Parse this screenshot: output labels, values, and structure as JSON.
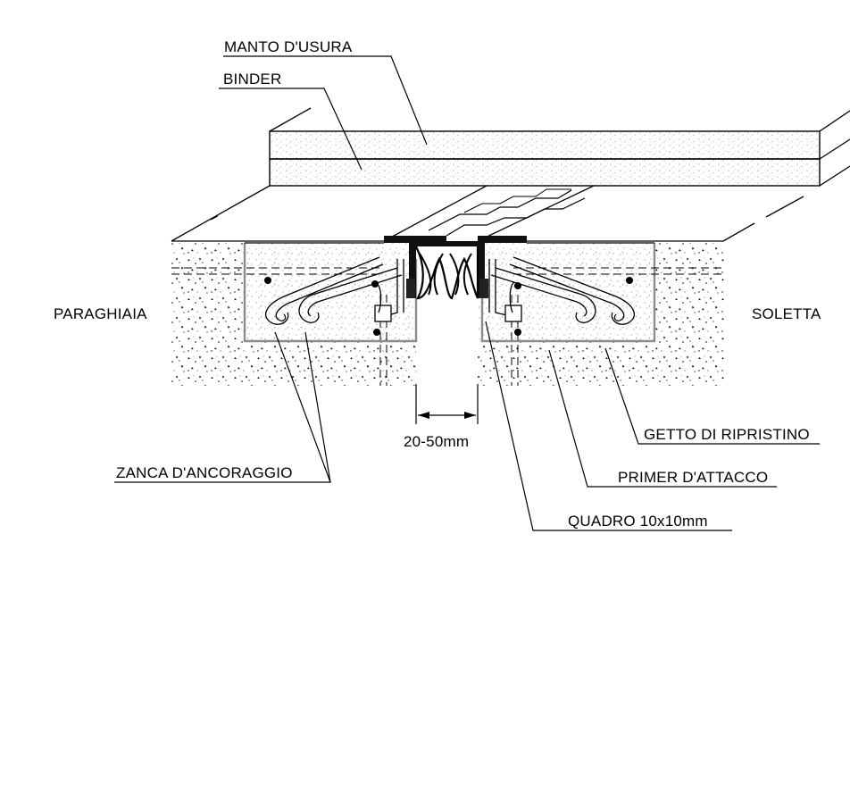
{
  "labels": {
    "manto": "MANTO D'USURA",
    "binder": "BINDER",
    "paraghiaia": "PARAGHIAIA",
    "soletta": "SOLETTA",
    "getto": "GETTO DI RIPRISTINO",
    "primer": "PRIMER D'ATTACCO",
    "quadro": "QUADRO 10x10mm",
    "zanca": "ZANCA D'ANCORAGGIO",
    "gap": "20-50mm"
  },
  "colors": {
    "line": "#000000",
    "grey_outline": "#8c8c8c",
    "joint_fill": "#111111"
  }
}
